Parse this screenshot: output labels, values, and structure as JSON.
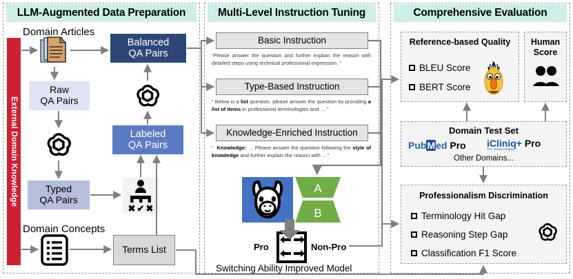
{
  "panels": [
    {
      "id": "prep",
      "title": "LLM-Augmented Data Preparation"
    },
    {
      "id": "tune",
      "title": "Multi-Level Instruction Tuning"
    },
    {
      "id": "eval",
      "title": "Comprehensive Evaluation"
    }
  ],
  "sidebar": {
    "label": "External Domain Knowledge",
    "color": "#ce2030"
  },
  "prep": {
    "domain_articles_label": "Domain Articles",
    "domain_concepts_label": "Domain Concepts",
    "balanced": "Balanced\nQA Pairs",
    "balanced_l1": "Balanced",
    "balanced_l2": "QA Pairs",
    "raw_l1": "Raw",
    "raw_l2": "QA Pairs",
    "typed_l1": "Typed",
    "typed_l2": "QA Pairs",
    "labeled_l1": "Labeled",
    "labeled_l2": "QA Pairs",
    "terms_list": "Terms List",
    "icons": {
      "articles": "documents-icon",
      "concepts": "list-document-icon",
      "gpt_top": "openai-logo-icon",
      "gpt_bottom": "openai-logo-icon",
      "classify": "person-decision-tree-icon"
    },
    "colors": {
      "navy": "#2f4778",
      "blue": "#5b7bc2",
      "lavender": "#dfe3f3",
      "lavender_dark": "#b6bedd",
      "gray": "#d9d9d9"
    }
  },
  "tune": {
    "instructions": [
      {
        "title": "Basic Instruction",
        "text": "“Please answer the question and further explain the reason with detailed steps using technical professional expression. ”",
        "html": "“Please answer the question and further explain the reason with detailed steps using technical professional expression. ”"
      },
      {
        "title": "Type-Based Instruction",
        "text": "“ Below is a list question, please answer the question by providing a list of items in professional terminologies and … ”",
        "html": "“ Below is a <b>list</b> question, please answer the question by providing <b>a list of items</b> in professional terminologies and … ”"
      },
      {
        "title": "Knowledge-Enriched Instruction",
        "text": "“ Knowledge: … Please answer the question following the style of knowledge and further explain the reason with …”",
        "html": "“&nbsp; <b>Knowledge:</b> … Please answer the question following the <b>style of knowledge</b> and further explain the reason with …”"
      }
    ],
    "model": {
      "llama_icon": "llama-icon",
      "adapter_a": "A",
      "adapter_b": "B",
      "switch_icon": "bidirectional-switch-icon",
      "pro_label": "Pro",
      "nonpro_label": "Non-Pro",
      "caption": "Switching Ability Improved Model",
      "adapter_color": "#70ad47",
      "llama_bg": "#4472c4"
    }
  },
  "eval": {
    "reference_quality": {
      "title": "Reference-based Quality",
      "metrics": [
        "BLEU Score",
        "BERT Score"
      ],
      "icon": "bert-muppet-icon"
    },
    "human_score": {
      "title_l1": "Human",
      "title_l2": "Score",
      "icon": "two-people-icon"
    },
    "domain_test_set": {
      "title": "Domain Test Set",
      "logos": [
        {
          "name": "pubmed-logo",
          "parts": [
            "Pub",
            "M",
            "ed"
          ],
          "suffix": "Pro"
        },
        {
          "name": "icliniq-logo",
          "text": "iCliniq",
          "tagline": "The Virtual Hospital",
          "suffix": "Pro"
        }
      ],
      "footer": "Other Domains..."
    },
    "professionalism": {
      "title": "Professionalism Discrimination",
      "metrics": [
        "Terminology Hit Gap",
        "Reasoning Step Gap",
        "Classification F1 Score"
      ],
      "icon": "openai-logo-icon"
    }
  }
}
